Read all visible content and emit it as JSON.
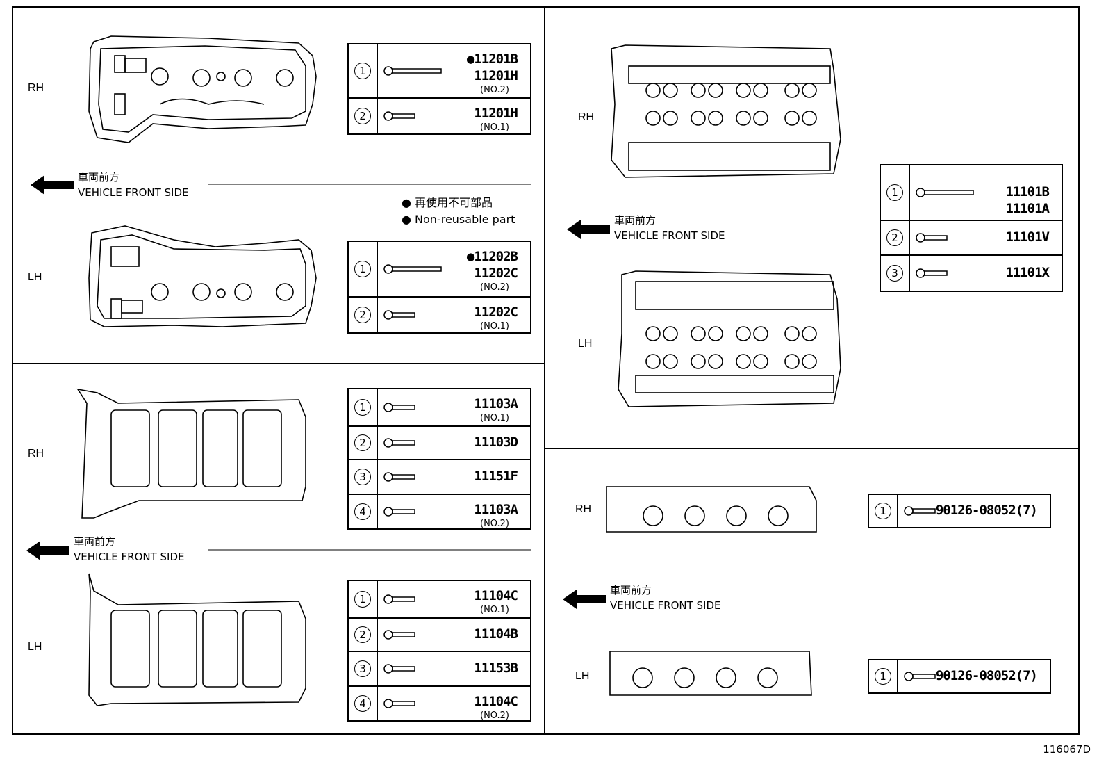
{
  "labels": {
    "rh": "RH",
    "lh": "LH",
    "front_jp": "車両前方",
    "front_en": "VEHICLE FRONT SIDE",
    "legend_jp": "再使用不可部品",
    "legend_en": "Non-reusable part",
    "drawing_id": "116067D"
  },
  "tables": {
    "cover_rh": [
      {
        "n": "1",
        "pn": [
          "●11201B",
          "11201H"
        ],
        "sub": "(NO.2)"
      },
      {
        "n": "2",
        "pn": [
          "11201H"
        ],
        "sub": "(NO.1)"
      }
    ],
    "cover_lh": [
      {
        "n": "1",
        "pn": [
          "●11202B",
          "11202C"
        ],
        "sub": "(NO.2)"
      },
      {
        "n": "2",
        "pn": [
          "11202C"
        ],
        "sub": "(NO.1)"
      }
    ],
    "housing_rh": [
      {
        "n": "1",
        "pn": [
          "11103A"
        ],
        "sub": "(NO.1)"
      },
      {
        "n": "2",
        "pn": [
          "11103D"
        ],
        "sub": ""
      },
      {
        "n": "3",
        "pn": [
          "11151F"
        ],
        "sub": ""
      },
      {
        "n": "4",
        "pn": [
          "11103A"
        ],
        "sub": "(NO.2)"
      }
    ],
    "housing_lh": [
      {
        "n": "1",
        "pn": [
          "11104C"
        ],
        "sub": "(NO.1)"
      },
      {
        "n": "2",
        "pn": [
          "11104B"
        ],
        "sub": ""
      },
      {
        "n": "3",
        "pn": [
          "11153B"
        ],
        "sub": ""
      },
      {
        "n": "4",
        "pn": [
          "11104C"
        ],
        "sub": "(NO.2)"
      }
    ],
    "head": [
      {
        "n": "1",
        "pn": [
          "11101B",
          "11101A"
        ],
        "sub": ""
      },
      {
        "n": "2",
        "pn": [
          "11101V"
        ],
        "sub": ""
      },
      {
        "n": "3",
        "pn": [
          "11101X"
        ],
        "sub": ""
      }
    ],
    "manifold_rh": [
      {
        "n": "1",
        "pn": [
          "90126-08052(7)"
        ],
        "sub": ""
      }
    ],
    "manifold_lh": [
      {
        "n": "1",
        "pn": [
          "90126-08052(7)"
        ],
        "sub": ""
      }
    ]
  }
}
